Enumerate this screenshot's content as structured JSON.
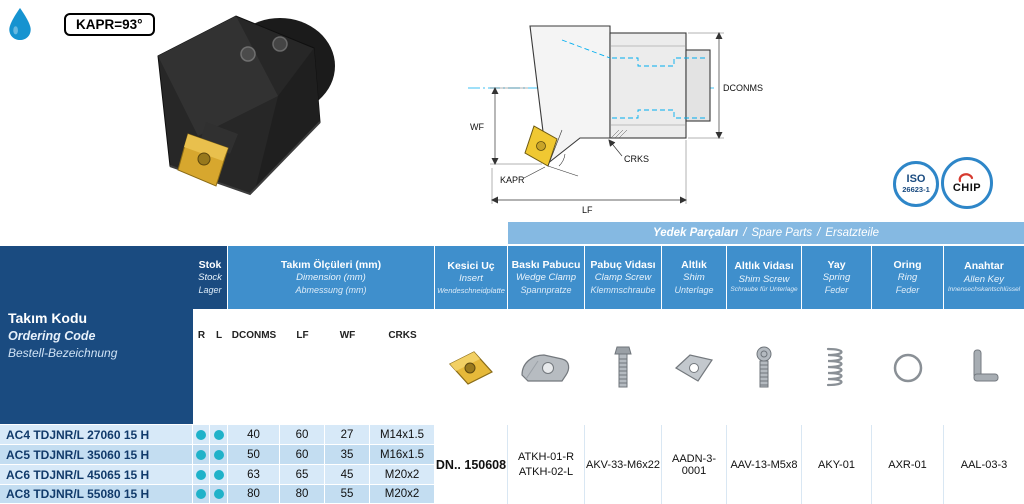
{
  "page": {
    "kapr_label": "KAPR=93°"
  },
  "drawing": {
    "dconms": "DCONMS",
    "wf": "WF",
    "crks": "CRKS",
    "kapr": "KAPR",
    "lf": "LF"
  },
  "badges": {
    "iso_line1": "ISO",
    "iso_line2": "26623-1",
    "chip": "CHIP"
  },
  "table": {
    "ordering": {
      "tr": "Takım Kodu",
      "en": "Ordering Code",
      "de": "Bestell-Bezeichnung"
    },
    "stock": {
      "tr": "Stok",
      "en": "Stock",
      "de": "Lager"
    },
    "dimensions": {
      "tr": "Takım Ölçüleri (mm)",
      "en": "Dimension (mm)",
      "de": "Abmessung (mm)"
    },
    "insert": {
      "tr": "Kesici Uç",
      "en": "Insert",
      "de": "Wendeschneidplatte"
    },
    "spare_banner": {
      "tr": "Yedek Parçaları",
      "en": "Spare Parts",
      "de": "Ersatzteile",
      "sep": "/"
    },
    "spare_headers": {
      "wedge": {
        "tr": "Baskı Pabucu",
        "en": "Wedge Clamp",
        "de": "Spannpratze"
      },
      "clamp_screw": {
        "tr": "Pabuç Vidası",
        "en": "Clamp Screw",
        "de": "Klemmschraube"
      },
      "shim": {
        "tr": "Altlık",
        "en": "Shim",
        "de": "Unterlage"
      },
      "shim_screw": {
        "tr": "Altlık Vidası",
        "en": "Shim Screw",
        "de": "Schraube für Unterlage"
      },
      "spring": {
        "tr": "Yay",
        "en": "Spring",
        "de": "Feder"
      },
      "oring": {
        "tr": "Oring",
        "en": "Ring",
        "de": "Feder"
      },
      "allen_key": {
        "tr": "Anahtar",
        "en": "Allen Key",
        "de": "Innensechskantschlüssel"
      }
    },
    "sub": {
      "r": "R",
      "l": "L",
      "dconms": "DCONMS",
      "lf": "LF",
      "wf": "WF",
      "crks": "CRKS"
    },
    "rows": [
      {
        "code": "AC4 TDJNR/L 27060 15 H",
        "r": true,
        "l": true,
        "dconms": "40",
        "lf": "60",
        "wf": "27",
        "crks": "M14x1.5"
      },
      {
        "code": "AC5 TDJNR/L 35060 15 H",
        "r": true,
        "l": true,
        "dconms": "50",
        "lf": "60",
        "wf": "35",
        "crks": "M16x1.5"
      },
      {
        "code": "AC6 TDJNR/L 45065 15 H",
        "r": true,
        "l": true,
        "dconms": "63",
        "lf": "65",
        "wf": "45",
        "crks": "M20x2"
      },
      {
        "code": "AC8 TDJNR/L 55080 15 H",
        "r": true,
        "l": true,
        "dconms": "80",
        "lf": "80",
        "wf": "55",
        "crks": "M20x2"
      }
    ],
    "values": {
      "insert": "DN.. 150608",
      "wedge_r": "ATKH-01-R",
      "wedge_l": "ATKH-02-L",
      "clamp_screw": "AKV-33-M6x22",
      "shim": "AADN-3-0001",
      "shim_screw": "AAV-13-M5x8",
      "spring": "AKY-01",
      "oring": "AXR-01",
      "allen_key": "AAL-03-3"
    }
  },
  "colors": {
    "navy": "#1A4B80",
    "header_blue": "#3F8FCC",
    "banner_blue": "#85B9E2",
    "row_light": "#D7E9F8",
    "row_dark": "#C3DDF1",
    "stock_dot": "#1FB2C9",
    "insert_gold": "#F0C832",
    "drawing_accent": "#00AEEF",
    "badge_ring": "#2E86C8",
    "drop_blue": "#1693D0"
  }
}
